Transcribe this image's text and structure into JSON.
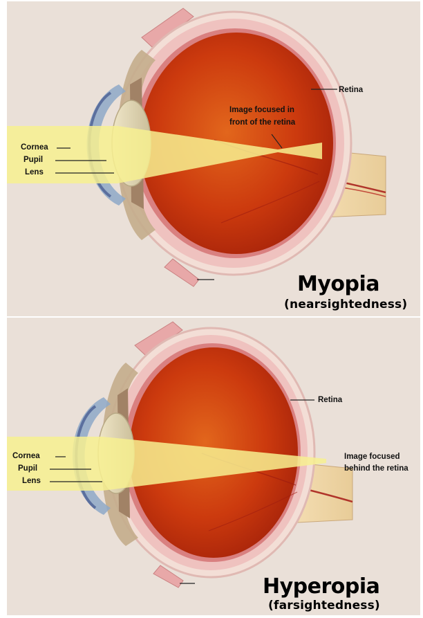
{
  "top_panel": {
    "labels": {
      "retina": "Retina",
      "focus_line1": "Image focused in",
      "focus_line2": "front of the retina",
      "cornea": "Cornea",
      "pupil": "Pupil",
      "lens": "Lens"
    },
    "title": "Myopia",
    "subtitle": "(nearsightedness)"
  },
  "bottom_panel": {
    "labels": {
      "retina": "Retina",
      "focus_line1": "Image focused",
      "focus_line2": "behind the retina",
      "cornea": "Cornea",
      "pupil": "Pupil",
      "lens": "Lens"
    },
    "title": "Hyperopia",
    "subtitle": "(farsightedness)"
  },
  "colors": {
    "background": "#eae0d8",
    "eye_interior": "#c9380c",
    "light_beam": "#f7f090",
    "sclera": "#f0c7c4"
  }
}
